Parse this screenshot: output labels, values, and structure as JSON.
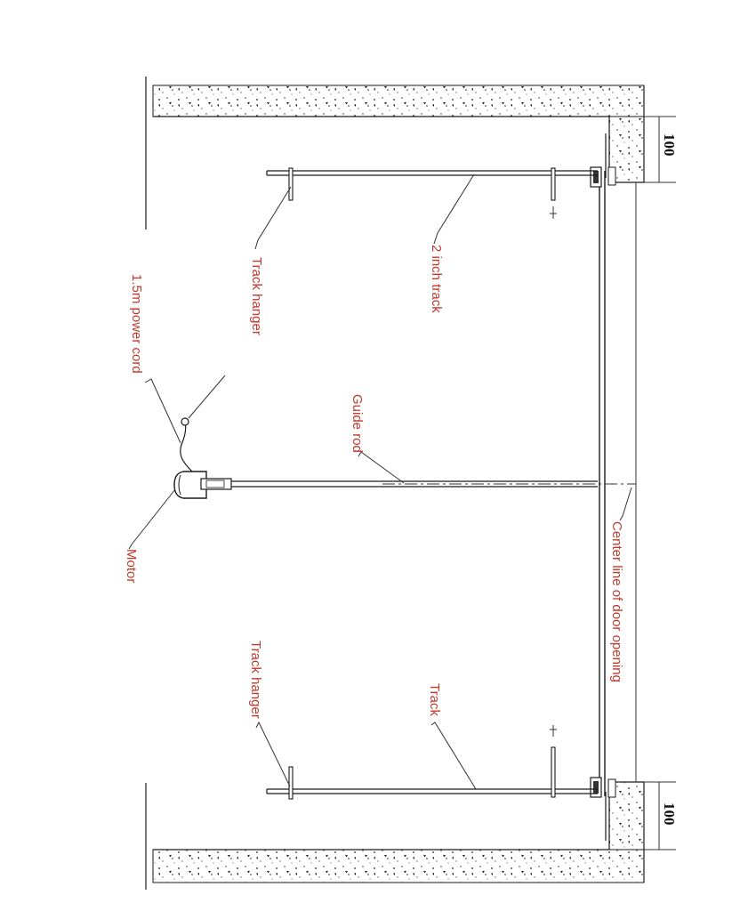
{
  "colors": {
    "label": "#c0392b",
    "line": "#1a1a1a",
    "background": "#ffffff",
    "concrete_dot": "#222222"
  },
  "labels": {
    "power_cord": "1.5m power cord",
    "track_hanger_top": "Track hanger",
    "two_inch_track": "2 inch track",
    "guide_rod": "Guide rod",
    "motor": "Motor",
    "center_line": "Center line of door opening",
    "track_hanger_bottom": "Track hanger",
    "track": "Track"
  },
  "dimensions": {
    "top": "100",
    "bottom": "100"
  }
}
